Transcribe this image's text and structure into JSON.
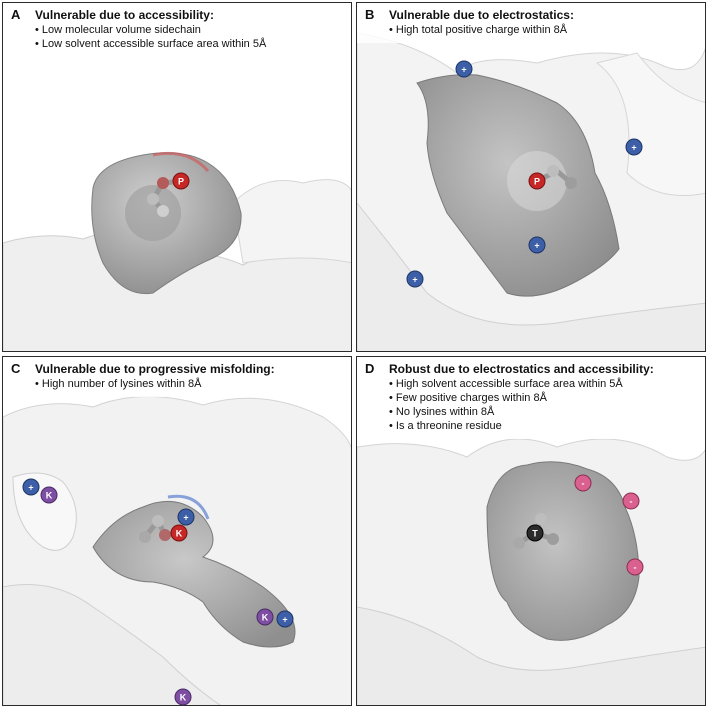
{
  "panels": {
    "a": {
      "letter": "A",
      "heading": "Vulnerable due to accessibility:",
      "bullets": [
        "Low molecular volume sidechain",
        "Low solvent accessible surface area within 5Å"
      ],
      "residue": "P"
    },
    "b": {
      "letter": "B",
      "heading": "Vulnerable due to electrostatics:",
      "bullets": [
        "High total positive charge within 8Å"
      ],
      "residue": "P",
      "charges": [
        "+",
        "+",
        "+",
        "+"
      ]
    },
    "c": {
      "letter": "C",
      "heading": "Vulnerable due to progressive misfolding:",
      "bullets": [
        "High number of lysines within 8Å"
      ],
      "residue": "K",
      "charges": [
        "+",
        "+",
        "+"
      ],
      "lysines": [
        "K",
        "K",
        "K"
      ]
    },
    "d": {
      "letter": "D",
      "heading": "Robust due to electrostatics and accessibility:",
      "bullets": [
        "High solvent accessible surface area within 5Å",
        "Few positive charges within 8Å",
        "No lysines within 8Å",
        "Is a threonine residue"
      ],
      "residue": "T",
      "charges": [
        "-",
        "-",
        "-"
      ]
    }
  },
  "colors": {
    "positive": "#3c5fa8",
    "negative": "#d9608f",
    "lysine": "#7e4ea3",
    "residue_red": "#c62828",
    "threonine": "#2b2b2b"
  }
}
